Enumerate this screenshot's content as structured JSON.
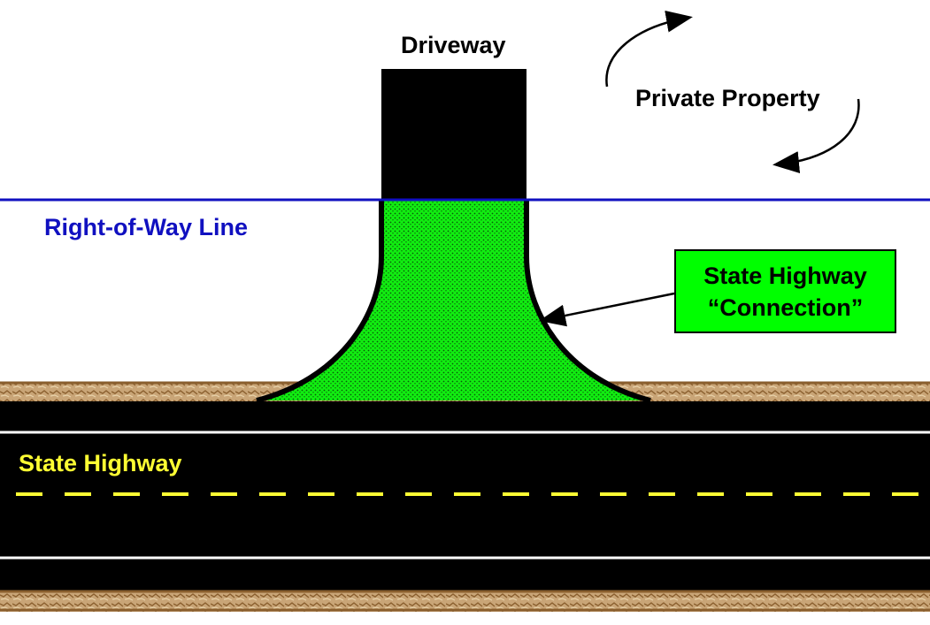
{
  "labels": {
    "driveway": "Driveway",
    "private_property": "Private Property",
    "right_of_way": "Right-of-Way Line",
    "state_highway": "State Highway",
    "connection_line1": "State Highway",
    "connection_line2": "“Connection”"
  },
  "colors": {
    "right_of_way": "#1010c0",
    "highway_text": "#ffff33",
    "connection_fill": "#11ee11",
    "connection_box": "#00ff00",
    "shoulder": "#b48a4e",
    "pavement": "#000000"
  }
}
